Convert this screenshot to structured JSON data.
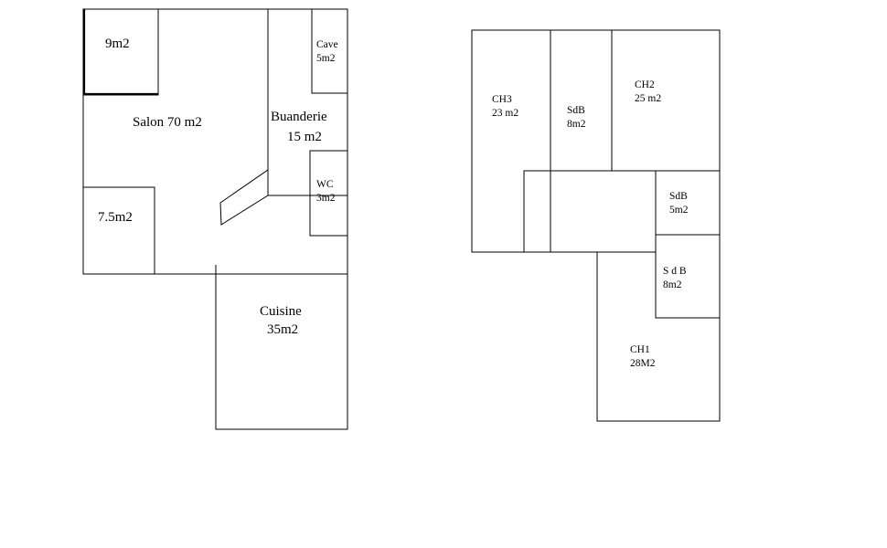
{
  "ground_floor": {
    "room_9m2": "9m2",
    "salon": "Salon 70 m2",
    "buanderie_name": "Buanderie",
    "buanderie_area": "15 m2",
    "cave_name": "Cave",
    "cave_area": "5m2",
    "wc_name": "WC",
    "wc_area": "3m2",
    "room_7_5m2": "7.5m2",
    "cuisine_name": "Cuisine",
    "cuisine_area": "35m2"
  },
  "upper_floor": {
    "ch3_name": "CH3",
    "ch3_area": "23 m2",
    "sdb1_name": "SdB",
    "sdb1_area": "8m2",
    "ch2_name": "CH2",
    "ch2_area": "25 m2",
    "sdb2_name": "SdB",
    "sdb2_area": "5m2",
    "sdb3_name": "S d B",
    "sdb3_area": "8m2",
    "ch1_name": "CH1",
    "ch1_area": "28M2"
  }
}
